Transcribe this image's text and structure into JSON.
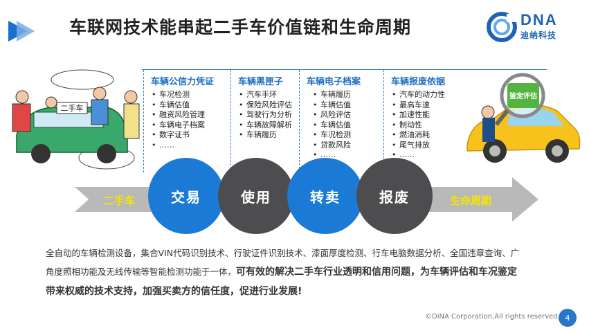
{
  "slide": {
    "title": "车联网技术能串起二手车价值链和生命周期",
    "page_number": "4",
    "copyright": "©DiNA Corporation,All rights reserved."
  },
  "logo": {
    "name": "DNA",
    "sub": "迪纳科技"
  },
  "illustrations": {
    "left_sign": "二手车",
    "right_badge": "鉴定评估"
  },
  "columns": [
    {
      "title": "车辆公信力凭证",
      "items": [
        "车况检测",
        "车辆估值",
        "融资风险管理",
        "车辆电子档案",
        "数字证书",
        "……"
      ]
    },
    {
      "title": "车辆黑匣子",
      "items": [
        "汽车手环",
        "保险风险评估",
        "驾驶行为分析",
        "车辆故障解析",
        "车辆履历"
      ]
    },
    {
      "title": "车辆电子档案",
      "items": [
        "车辆履历",
        "车辆估值",
        "风险评估",
        "车辆估值",
        "车况检测",
        "贷款风险",
        "……"
      ]
    },
    {
      "title": "车辆报废依据",
      "items": [
        "汽车的动力性",
        "最高车速",
        "加速性能",
        "制动性",
        "燃油消耗",
        "尾气排放",
        "……"
      ]
    }
  ],
  "lifecycle": {
    "start_label": "二手车",
    "end_label": "生命周期",
    "stages": [
      "交易",
      "使用",
      "转卖",
      "报废"
    ]
  },
  "description": {
    "normal": "全自动的车辆检测设备，集合VIN代码识别技术、行驶证件识别技术、漆面厚度检测、行车电脑数据分析、全国违章查询、广角度照相功能及无线传输等智能检测功能于一体，",
    "bold": "可有效的解决二手车行业透明和信用问题，为车辆评估和车况鉴定带来权威的技术支持，加强买卖方的信任度，促进行业发展!"
  },
  "colors": {
    "title_blue": "#1f6fc4",
    "circle_blue": "#1a7ad6",
    "circle_gray": "#4d4d4f",
    "arrow_gray": "#b9b9b9",
    "label_yellow": "#f5e400"
  }
}
